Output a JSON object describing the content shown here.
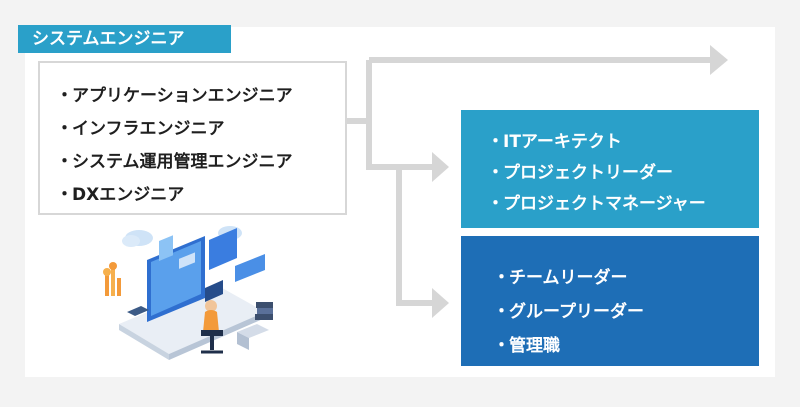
{
  "title": "システムエンジニア",
  "engineer_roles": [
    "アプリケーションエンジニア",
    "インフラエンジニア",
    "システム運用管理エンジニア",
    "DXエンジニア"
  ],
  "architect_path": [
    "ITアーキテクト",
    "プロジェクトリーダー",
    "プロジェクトマネージャー"
  ],
  "management_path": [
    "チームリーダー",
    "グループリーダー",
    "管理職"
  ],
  "bullet": "・",
  "colors": {
    "title_bg": "#2aa0c9",
    "light_box": "#2aa0c9",
    "dark_box": "#1e6eb6",
    "arrow": "#d6d6d6",
    "border": "#d7d7d7"
  },
  "icons": [
    "office-worker-illustration"
  ]
}
